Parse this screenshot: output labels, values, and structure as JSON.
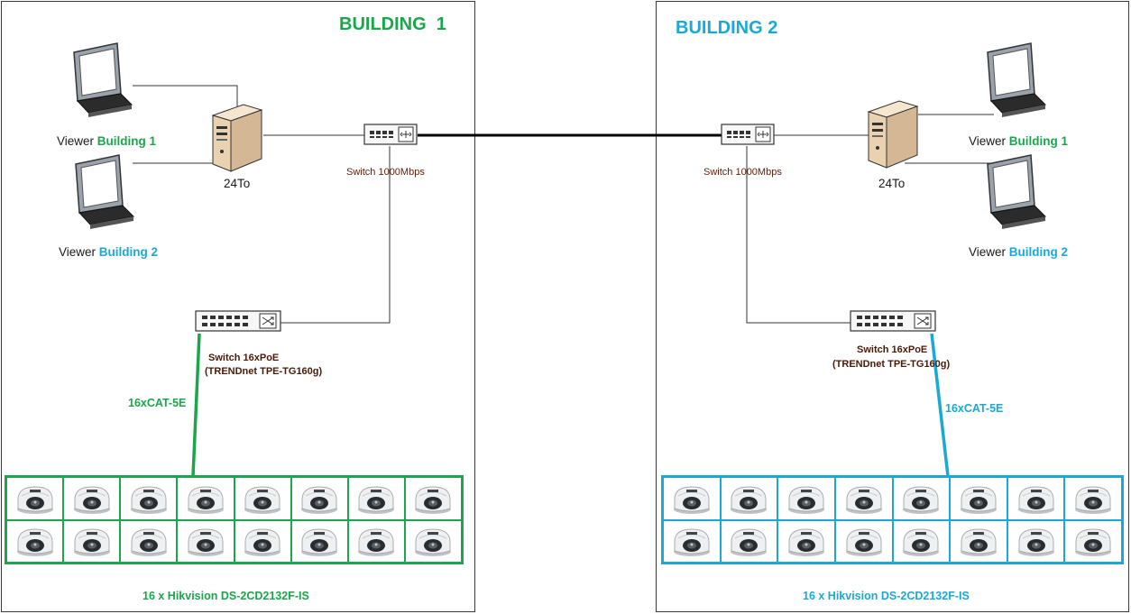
{
  "building1": {
    "title": "BUILDING  1",
    "viewer1": {
      "prefix": "Viewer",
      "suffix": "Building 1"
    },
    "viewer2": {
      "prefix": "Viewer",
      "suffix": "Building 2"
    },
    "server_label": "24To",
    "uplink_switch_label": "Switch 1000Mbps",
    "poe_switch_label_line1": "Switch 16xPoE",
    "poe_switch_label_line2": "(TRENDnet TPE-TG160g)",
    "cable_label": "16xCAT-5E",
    "cameras_caption": "16 x Hikvision DS-2CD2132F-IS",
    "camera_count": 16
  },
  "building2": {
    "title": "BUILDING 2",
    "viewer1": {
      "prefix": "Viewer",
      "suffix": "Building 1"
    },
    "viewer2": {
      "prefix": "Viewer",
      "suffix": "Building 2"
    },
    "server_label": "24To",
    "uplink_switch_label": "Switch 1000Mbps",
    "poe_switch_label_line1": "Switch 16xPoE",
    "poe_switch_label_line2": "(TRENDnet TPE-TG160g)",
    "cable_label": "16xCAT-5E",
    "cameras_caption": "16 x Hikvision DS-2CD2132F-IS",
    "camera_count": 16
  },
  "colors": {
    "building1_accent": "#1aa64a",
    "building2_accent": "#1aa9d6",
    "link_line": "#000000",
    "switch_label": "#5a1e0a"
  },
  "icons": [
    "monitor-icon",
    "server-tower-icon",
    "network-switch-icon",
    "poe-switch-icon",
    "dome-camera-icon"
  ]
}
